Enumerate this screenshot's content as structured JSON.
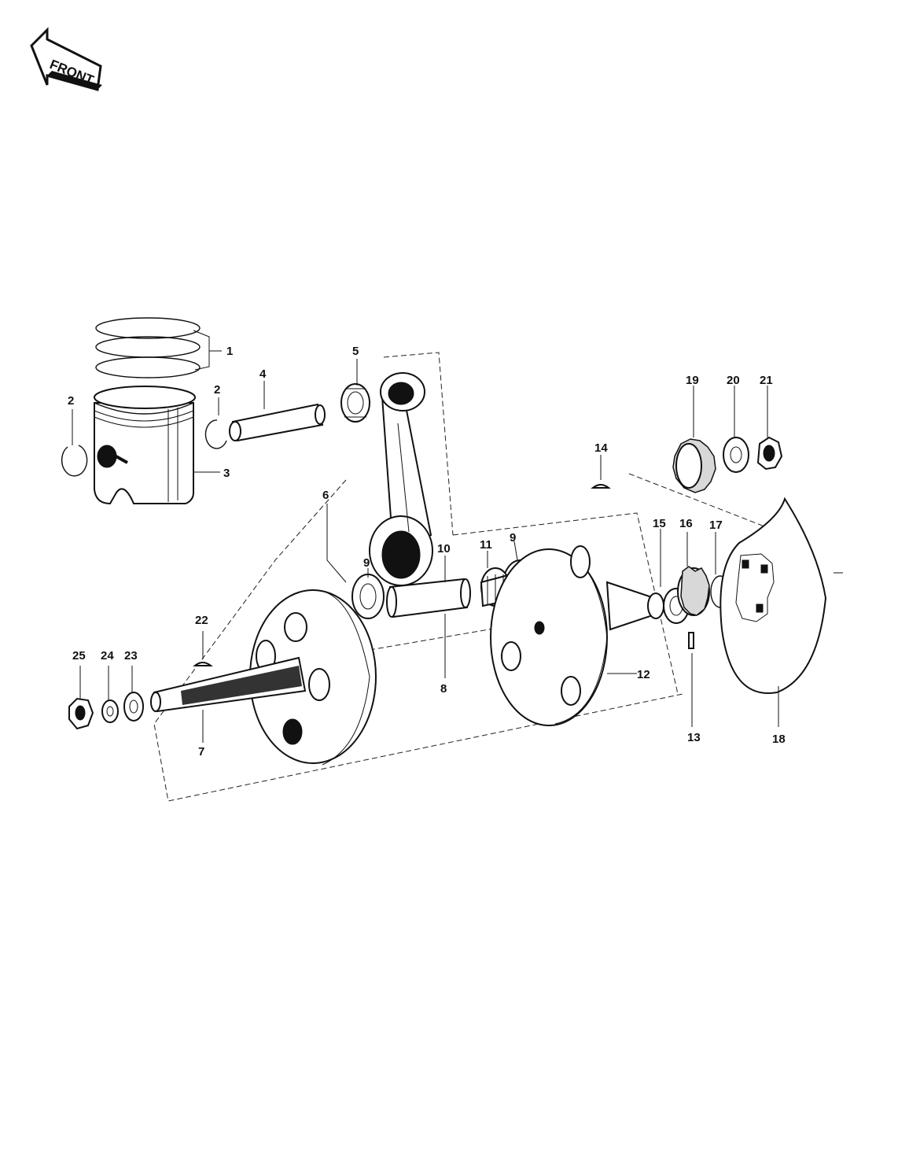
{
  "front_label": "FRONT",
  "callouts": {
    "c1": "1",
    "c2a": "2",
    "c2b": "2",
    "c3": "3",
    "c4": "4",
    "c5": "5",
    "c6": "6",
    "c7": "7",
    "c8": "8",
    "c9a": "9",
    "c9b": "9",
    "c10": "10",
    "c11": "11",
    "c12": "12",
    "c13": "13",
    "c14": "14",
    "c15": "15",
    "c16": "16",
    "c17": "17",
    "c18": "18",
    "c19": "19",
    "c20": "20",
    "c21": "21",
    "c22": "22",
    "c23": "23",
    "c24": "24",
    "c25": "25"
  },
  "colors": {
    "ink": "#111111",
    "paper": "#ffffff"
  }
}
